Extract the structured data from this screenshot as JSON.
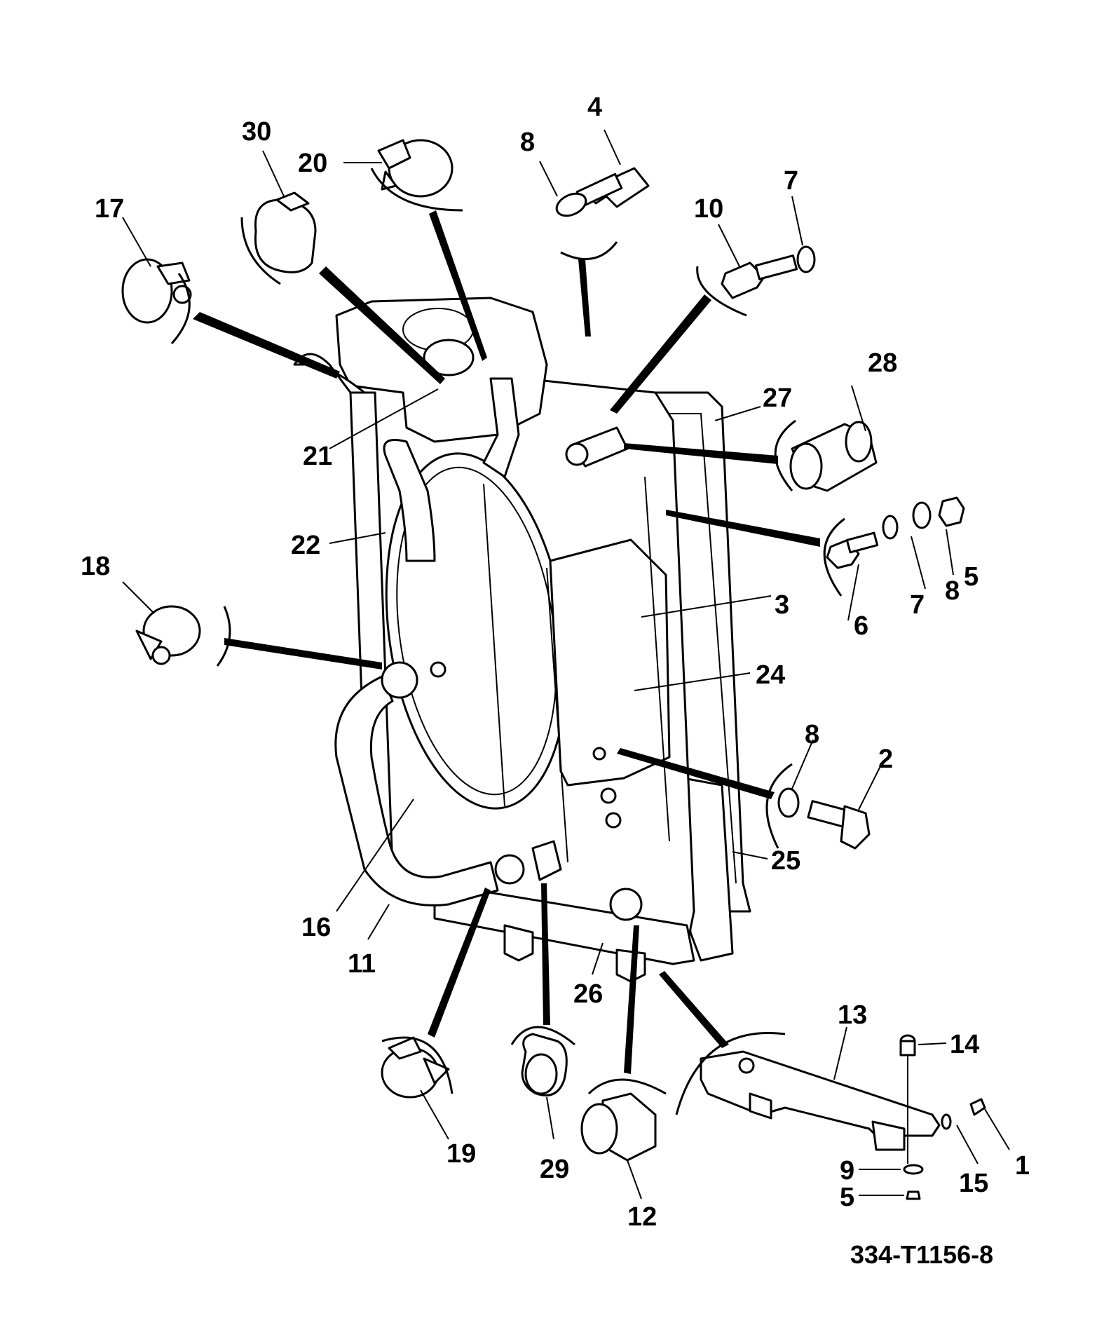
{
  "drawing_ref": "334-T1156-8",
  "callouts": [
    {
      "id": "c1",
      "text": "1"
    },
    {
      "id": "c2",
      "text": "2"
    },
    {
      "id": "c3",
      "text": "3"
    },
    {
      "id": "c4",
      "text": "4"
    },
    {
      "id": "c5a",
      "text": "5"
    },
    {
      "id": "c5b",
      "text": "5"
    },
    {
      "id": "c6",
      "text": "6"
    },
    {
      "id": "c7a",
      "text": "7"
    },
    {
      "id": "c7b",
      "text": "7"
    },
    {
      "id": "c8a",
      "text": "8"
    },
    {
      "id": "c8b",
      "text": "8"
    },
    {
      "id": "c8c",
      "text": "8"
    },
    {
      "id": "c9",
      "text": "9"
    },
    {
      "id": "c10",
      "text": "10"
    },
    {
      "id": "c11",
      "text": "11"
    },
    {
      "id": "c12",
      "text": "12"
    },
    {
      "id": "c13",
      "text": "13"
    },
    {
      "id": "c14",
      "text": "14"
    },
    {
      "id": "c15",
      "text": "15"
    },
    {
      "id": "c16",
      "text": "16"
    },
    {
      "id": "c17",
      "text": "17"
    },
    {
      "id": "c18",
      "text": "18"
    },
    {
      "id": "c19",
      "text": "19"
    },
    {
      "id": "c20",
      "text": "20"
    },
    {
      "id": "c21",
      "text": "21"
    },
    {
      "id": "c22",
      "text": "22"
    },
    {
      "id": "c24",
      "text": "24"
    },
    {
      "id": "c25",
      "text": "25"
    },
    {
      "id": "c26",
      "text": "26"
    },
    {
      "id": "c27",
      "text": "27"
    },
    {
      "id": "c28",
      "text": "28"
    },
    {
      "id": "c29",
      "text": "29"
    },
    {
      "id": "c30",
      "text": "30"
    }
  ]
}
